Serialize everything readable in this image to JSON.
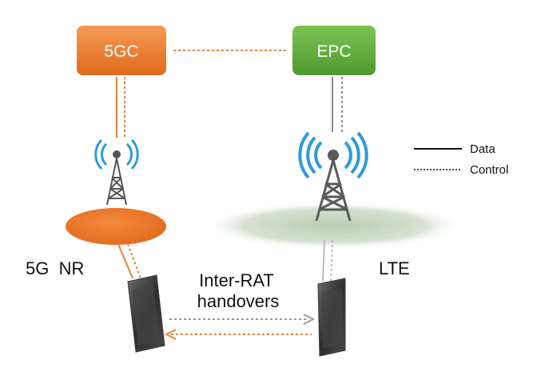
{
  "core": {
    "fivegc": {
      "label": "5GC",
      "color": "#f07a2a"
    },
    "epc": {
      "label": "EPC",
      "color": "#5fae3a"
    }
  },
  "access": {
    "nr": {
      "label": "5G  NR",
      "coverage_color": "#f07a2a"
    },
    "lte": {
      "label": "LTE",
      "coverage_color": "#c9d9c4"
    }
  },
  "handover": {
    "line1": "Inter-RAT",
    "line2": "handovers"
  },
  "legend": {
    "data_label": "Data",
    "control_label": "Control"
  },
  "colors": {
    "orange_link": "#e8843a",
    "grey_link": "#8a8a8a",
    "signal_blue": "#2f9bd6"
  }
}
